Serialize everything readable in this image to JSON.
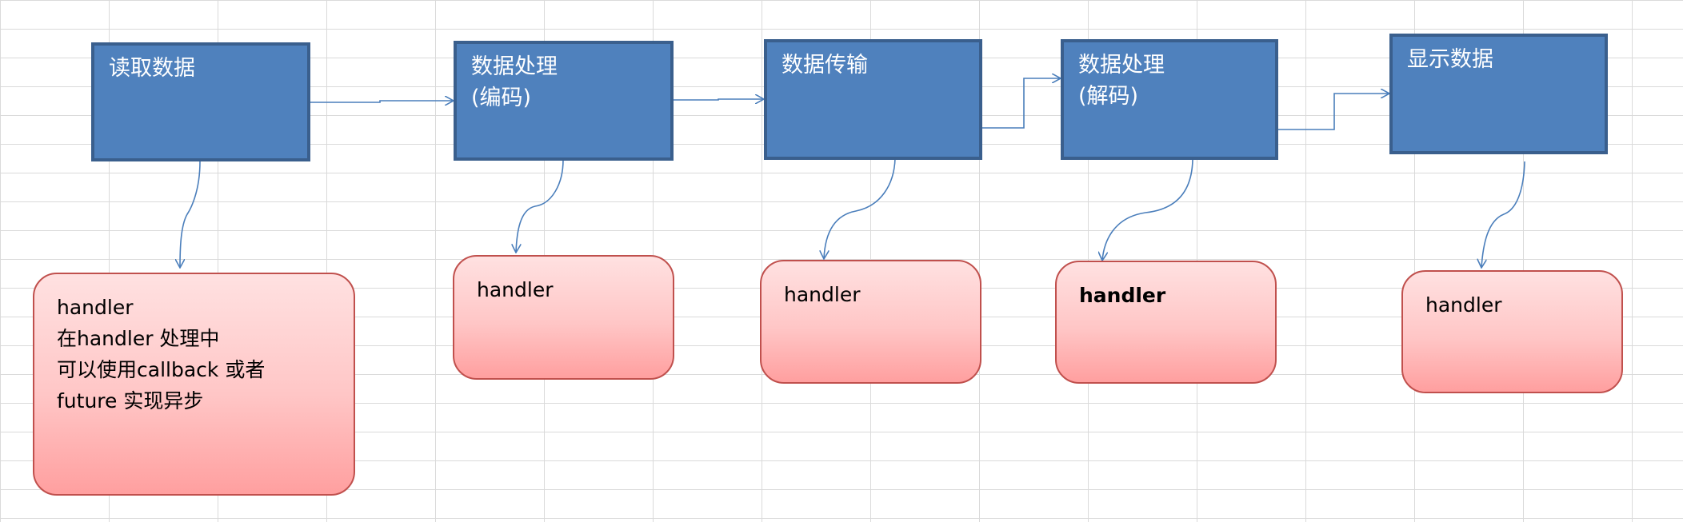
{
  "steps": [
    {
      "label": "读取数据"
    },
    {
      "label": "数据处理\n(编码)"
    },
    {
      "label": "数据传输"
    },
    {
      "label": "数据处理\n(解码)"
    },
    {
      "label": "显示数据"
    }
  ],
  "handlers": [
    {
      "text": "handler\n在handler 处理中\n可以使用callback 或者\nfuture 实现异步"
    },
    {
      "text": "handler"
    },
    {
      "text": "handler"
    },
    {
      "text": "handler"
    },
    {
      "text": "handler"
    }
  ],
  "colors": {
    "step_fill": "#4f81bd",
    "step_border": "#3a5f8d",
    "handler_border": "#c0504d",
    "arrow": "#4a7ebb"
  }
}
